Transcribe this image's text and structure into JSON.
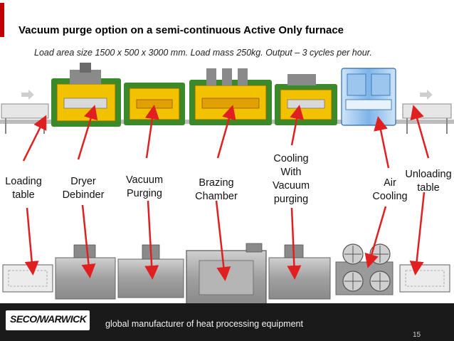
{
  "slide": {
    "title": "Vacuum purge option on a semi-continuous Active Only furnace",
    "subtitle": "Load area size 1500 x 500 x 3000 mm. Load mass 250kg. Output – 3 cycles per hour.",
    "page_number": "15"
  },
  "labels": {
    "loading": "Loading\ntable",
    "dryer": "Dryer\nDebinder",
    "vacuum_purging": "Vacuum\nPurging",
    "brazing": "Brazing\nChamber",
    "cooling": "Cooling\nWith\nVacuum\npurging",
    "air_cooling": "Air\nCooling",
    "unloading": "Unloading\ntable"
  },
  "footer": {
    "logo": "SECO/WARWICK",
    "tagline": "global manufacturer of heat processing equipment"
  },
  "colors": {
    "accent": "#c00000",
    "arrow": "#e02020",
    "chamber_yellow": "#f2c200",
    "chamber_green": "#3a8a2a",
    "cooling_blue": "#4a90d9",
    "equipment_grey": "#9a9a9a"
  }
}
